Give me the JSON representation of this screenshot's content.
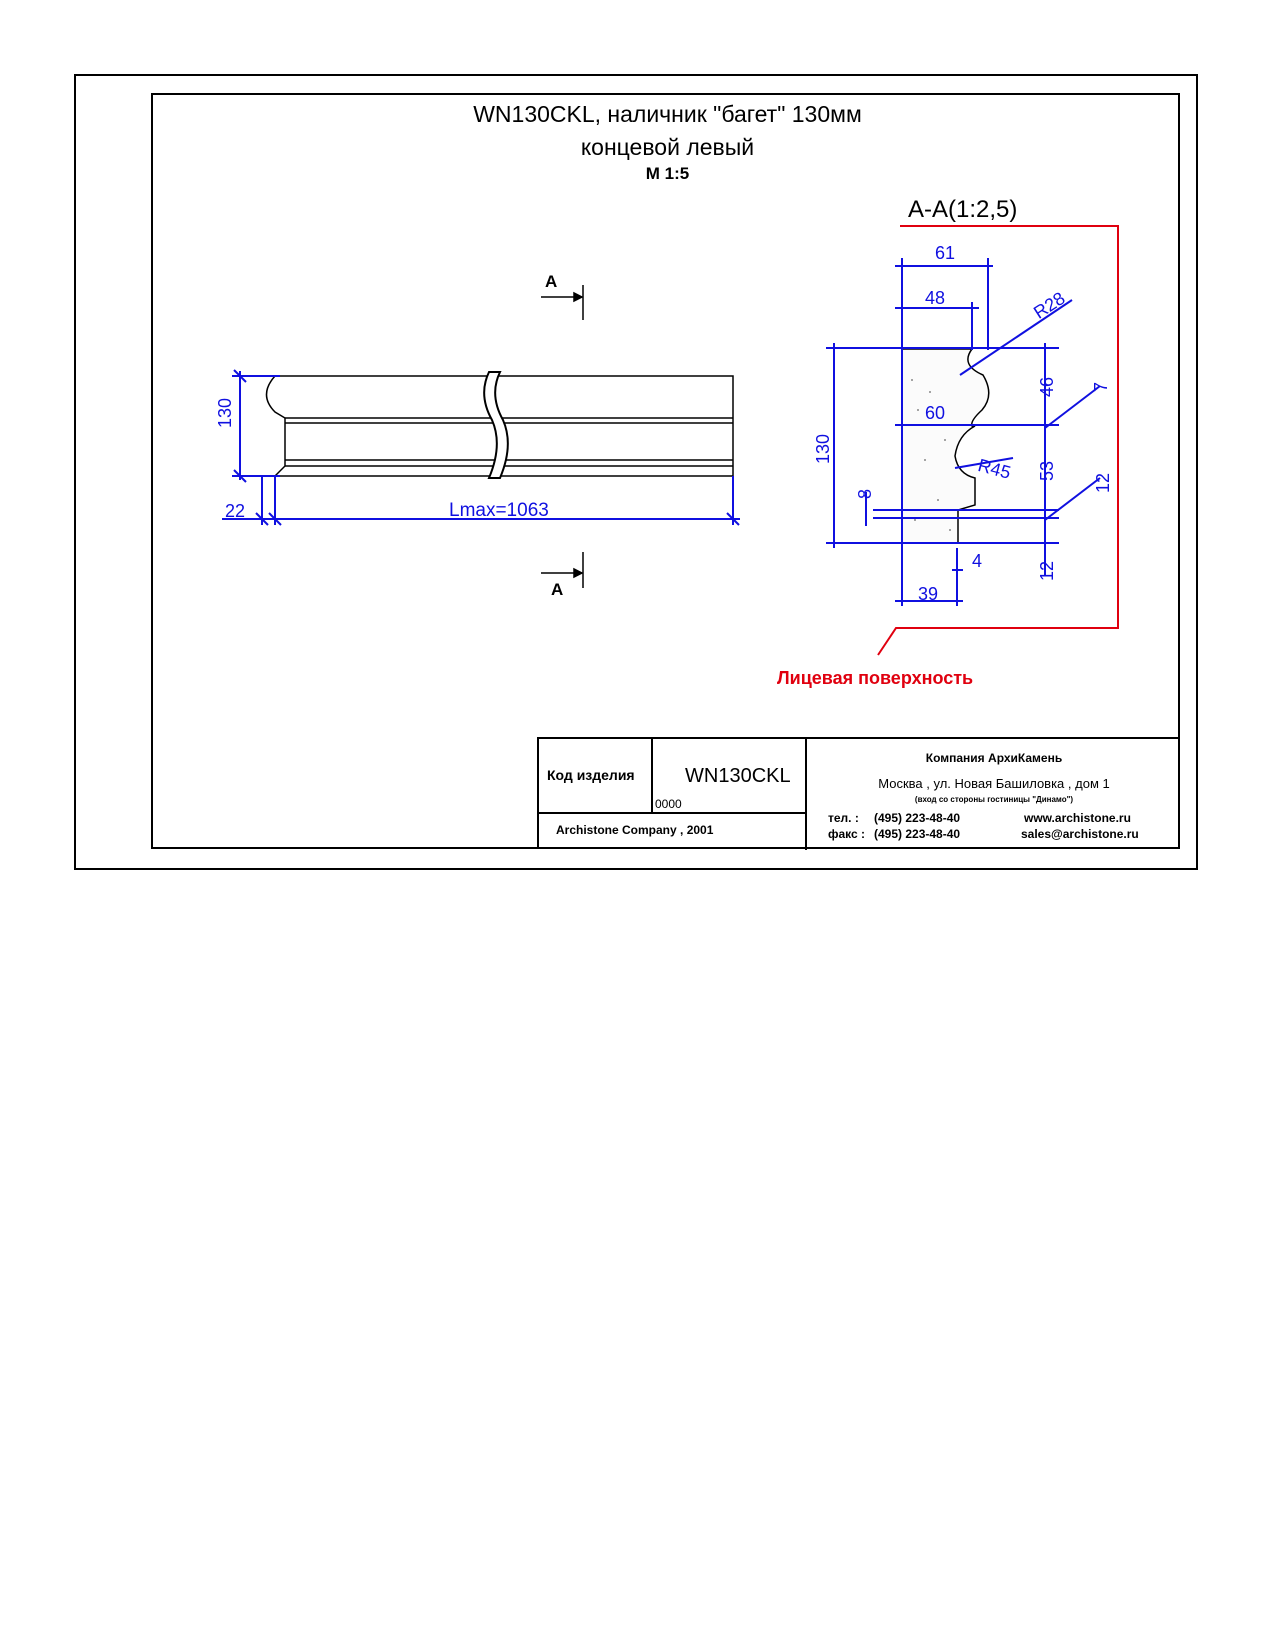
{
  "title": {
    "line1": "WN130CKL, наличник \"багет\" 130мм",
    "line2": "концевой левый",
    "scale": "М 1:5"
  },
  "section_label": "А-А(1:2,5)",
  "section_marks": {
    "top": "А",
    "bottom": "А"
  },
  "face_label": "Лицевая поверхность",
  "dims_front": {
    "height": "130",
    "end": "22",
    "length": "Lmax=1063"
  },
  "dims_section": {
    "w61": "61",
    "w48": "48",
    "r28": "R28",
    "h130": "130",
    "h46": "46",
    "h7": "7",
    "w60": "60",
    "r45": "R45",
    "h53": "53",
    "h8": "8",
    "h12a": "12",
    "h12b": "12",
    "w4": "4",
    "w39": "39"
  },
  "title_block": {
    "code_label": "Код изделия",
    "code_value": "WN130CKL",
    "code_small": "0000",
    "copyright": "Archistone  Company ,  2001",
    "company": "Компания  АрхиКамень",
    "address": "Москва , ул. Новая Башиловка , дом 1",
    "address_note": "(вход со стороны гостиницы \"Динамо\")",
    "tel_label": "тел.   :",
    "tel": "(495) 223-48-40",
    "fax_label": "факс :",
    "fax": "(495) 223-48-40",
    "web": "www.archistone.ru",
    "email": "sales@archistone.ru"
  },
  "colors": {
    "dimension": "#1010e0",
    "face": "#e0000f",
    "line": "#000000"
  }
}
